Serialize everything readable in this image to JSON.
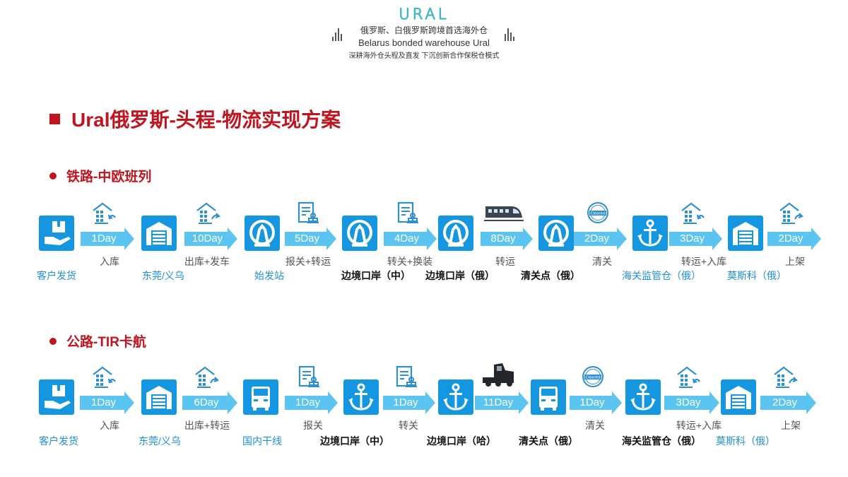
{
  "header": {
    "logo": "URAL",
    "line1": "俄罗斯、白俄罗斯跨境首选海外仓",
    "line2": "Belarus bonded warehouse Ural",
    "line3": "深耕海外仓头程及直发 下沉创新合作保税仓模式"
  },
  "title": "Ural俄罗斯-头程-物流实现方案",
  "colors": {
    "accent_red": "#c0151f",
    "flow_blue": "#1596e0",
    "arrow_blue": "#5cc4f0",
    "location_blue": "#1f8fd8"
  },
  "rail": {
    "section_title": "铁路-中欧班列",
    "nodes": [
      {
        "label": "客户发货",
        "icon": "package-hand-icon",
        "label_color": "blue"
      },
      {
        "label": "东莞/义乌",
        "icon": "warehouse-icon",
        "label_color": "blue"
      },
      {
        "label": "始发站",
        "icon": "railway-icon",
        "label_color": "blue"
      },
      {
        "label": "边境口岸（中）",
        "icon": "railway-icon",
        "label_color": "black"
      },
      {
        "label": "边境口岸（俄）",
        "icon": "railway-icon",
        "label_color": "black"
      },
      {
        "label": "清关点（俄）",
        "icon": "railway-icon",
        "label_color": "black"
      },
      {
        "label": "海关监管仓（俄）",
        "icon": "anchor-icon",
        "label_color": "blue"
      },
      {
        "label": "莫斯科（俄）",
        "icon": "warehouse-icon",
        "label_color": "blue"
      }
    ],
    "arrows": [
      {
        "days": "1Day",
        "operation": "入库",
        "deco": "house-in-icon"
      },
      {
        "days": "10Day",
        "operation": "出库+发车",
        "deco": "house-out-icon"
      },
      {
        "days": "5Day",
        "operation": "报关+转运",
        "deco": "document-icon"
      },
      {
        "days": "4Day",
        "operation": "转关+换装",
        "deco": "document-icon"
      },
      {
        "days": "8Day",
        "operation": "转运",
        "deco": "train-icon"
      },
      {
        "days": "2Day",
        "operation": "清关",
        "deco": "cleared-stamp-icon"
      },
      {
        "days": "3Day",
        "operation": "转运+入库",
        "deco": "house-in-icon"
      },
      {
        "days": "2Day",
        "operation": "上架",
        "deco": "house-out-icon"
      }
    ]
  },
  "road": {
    "section_title": "公路-TIR卡航",
    "nodes": [
      {
        "label": "客户发货",
        "icon": "package-hand-icon",
        "label_color": "blue"
      },
      {
        "label": "东莞/义乌",
        "icon": "warehouse-icon",
        "label_color": "blue"
      },
      {
        "label": "国内干线",
        "icon": "truck-front-icon",
        "label_color": "blue"
      },
      {
        "label": "边境口岸（中）",
        "icon": "anchor-icon",
        "label_color": "black"
      },
      {
        "label": "边境口岸（哈）",
        "icon": "anchor-icon",
        "label_color": "black"
      },
      {
        "label": "清关点（俄）",
        "icon": "truck-front-icon",
        "label_color": "black"
      },
      {
        "label": "海关监管仓（俄）",
        "icon": "anchor-icon",
        "label_color": "black"
      },
      {
        "label": "莫斯科（俄）",
        "icon": "warehouse-icon",
        "label_color": "blue"
      }
    ],
    "arrows": [
      {
        "days": "1Day",
        "operation": "入库",
        "deco": "house-in-icon"
      },
      {
        "days": "6Day",
        "operation": "出库+转运",
        "deco": "house-out-icon"
      },
      {
        "days": "1Day",
        "operation": "报关",
        "deco": "document-icon"
      },
      {
        "days": "1Day",
        "operation": "转关",
        "deco": "document-icon"
      },
      {
        "days": "11Day",
        "operation": "",
        "deco": "truck-icon"
      },
      {
        "days": "1Day",
        "operation": "清关",
        "deco": "cleared-stamp-icon"
      },
      {
        "days": "3Day",
        "operation": "转运+入库",
        "deco": "house-in-icon"
      },
      {
        "days": "2Day",
        "operation": "上架",
        "deco": "house-out-icon"
      }
    ]
  }
}
